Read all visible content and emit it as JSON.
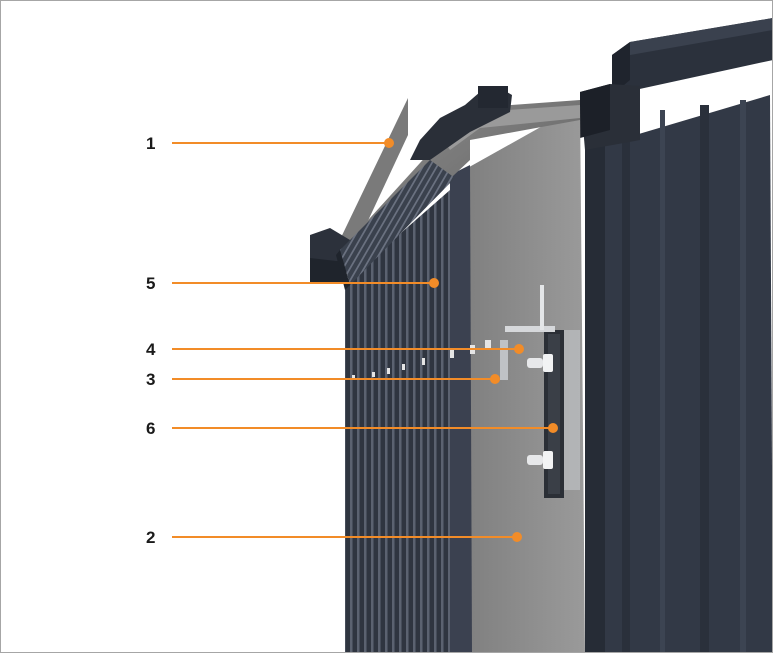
{
  "colors": {
    "accent": "#F28C28",
    "cladding": "#343b47",
    "cladding_dark": "#262c36",
    "panel_grey": "#8a8a8a",
    "cap_grey": "#6e6e6e",
    "frame": "#a6a6a6"
  },
  "callouts": [
    {
      "label": "1"
    },
    {
      "label": "5"
    },
    {
      "label": "4"
    },
    {
      "label": "3"
    },
    {
      "label": "6"
    },
    {
      "label": "2"
    }
  ]
}
